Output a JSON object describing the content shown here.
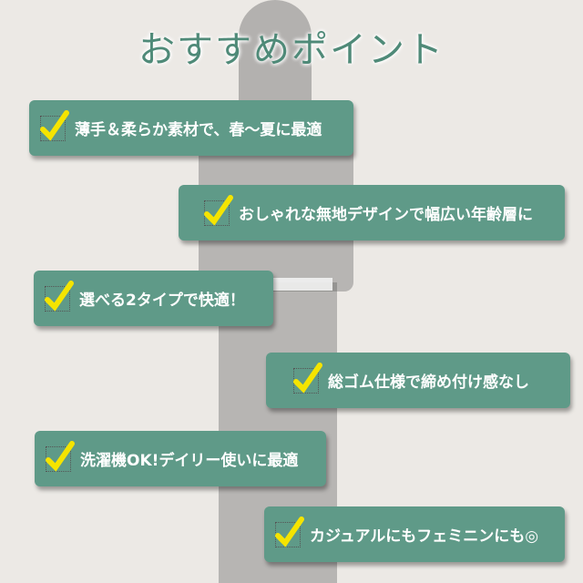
{
  "title": "おすすめポイント",
  "points": [
    {
      "label": "薄手＆柔らか素材で、春～夏に最適"
    },
    {
      "label": "おしゃれな無地デザインで幅広い年齢層に"
    },
    {
      "label": "選べる2タイプで快適！"
    },
    {
      "label": "総ゴム仕様で締め付け感なし"
    },
    {
      "label": "洗濯機OK!デイリー使いに最適"
    },
    {
      "label": "カジュアルにもフェミニンにも◎"
    }
  ],
  "colors": {
    "card": "#5f9a88",
    "check": "#f5e400",
    "title": "#4f8a78"
  }
}
